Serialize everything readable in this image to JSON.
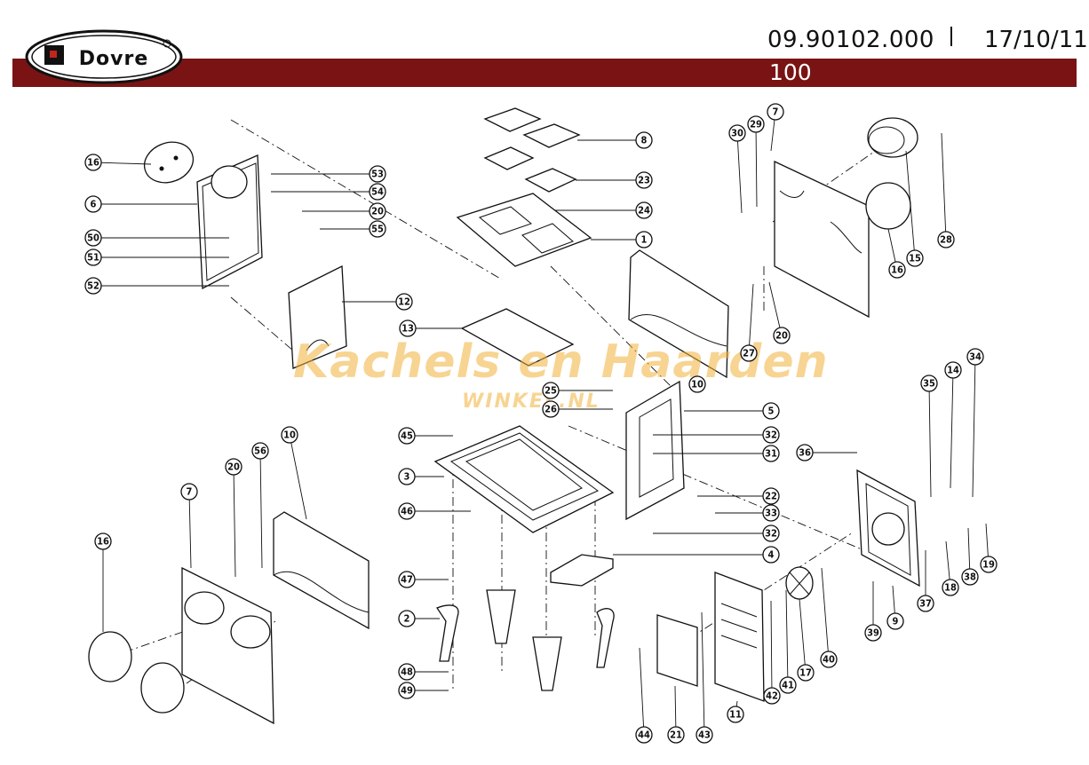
{
  "header": {
    "brand": "Dovre",
    "doc_number": "09.90102.000",
    "date": "17/10/11",
    "model": "100",
    "band_color": "#7a1414"
  },
  "watermark": {
    "main": "Kachels en Haarden",
    "sub": "WINKEL.NL",
    "color": "#f1b13a"
  },
  "callouts": [
    "1",
    "2",
    "3",
    "4",
    "5",
    "6",
    "7",
    "8",
    "9",
    "10",
    "11",
    "12",
    "13",
    "14",
    "15",
    "16",
    "17",
    "18",
    "19",
    "20",
    "21",
    "22",
    "23",
    "24",
    "25",
    "26",
    "27",
    "28",
    "29",
    "30",
    "31",
    "32",
    "33",
    "34",
    "35",
    "36",
    "37",
    "38",
    "39",
    "40",
    "41",
    "42",
    "43",
    "44",
    "45",
    "46",
    "47",
    "48",
    "49",
    "50",
    "51",
    "52",
    "53",
    "54",
    "55",
    "56"
  ]
}
